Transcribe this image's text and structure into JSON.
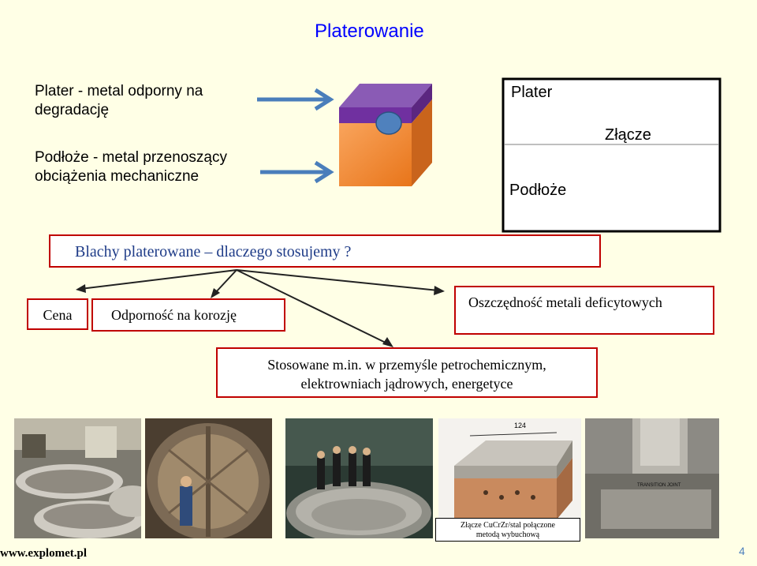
{
  "title": "Platerowanie",
  "definitions": {
    "plater_line1": "Plater - metal odporny na",
    "plater_line2": "degradację",
    "podloze_line1": "Podłoże - metal przenoszący",
    "podloze_line2": "obciążenia mechaniczne"
  },
  "diagram": {
    "label_plater": "Plater",
    "label_zlacze": "Złącze",
    "label_podloze": "Podłoże"
  },
  "question": "Blachy platerowane – dlaczego stosujemy ?",
  "reasons": {
    "cena": "Cena",
    "odpornosc": "Odporność na korozję",
    "oszczednosc": "Oszczędność metali deficytowych"
  },
  "usage": {
    "line1": "Stosowane m.in. w przemyśle petrochemicznym,",
    "line2": "elektrowniach jądrowych, energetyce"
  },
  "photos": {
    "block_dimension": "124",
    "transition_label": "TRANSITION JOINT",
    "caption_line1": "Złącze CuCrZr/stal połączone",
    "caption_line2": "metodą wybuchową"
  },
  "footer": {
    "website": "www.explomet.pl",
    "page_number": "4"
  },
  "colors": {
    "title_blue": "#0000ff",
    "arrow_blue": "#4a7ebb",
    "box_red": "#c00000",
    "question_blue": "#1f3c88",
    "cube_top": "#7030a0",
    "cube_bottom": "#f79646"
  }
}
